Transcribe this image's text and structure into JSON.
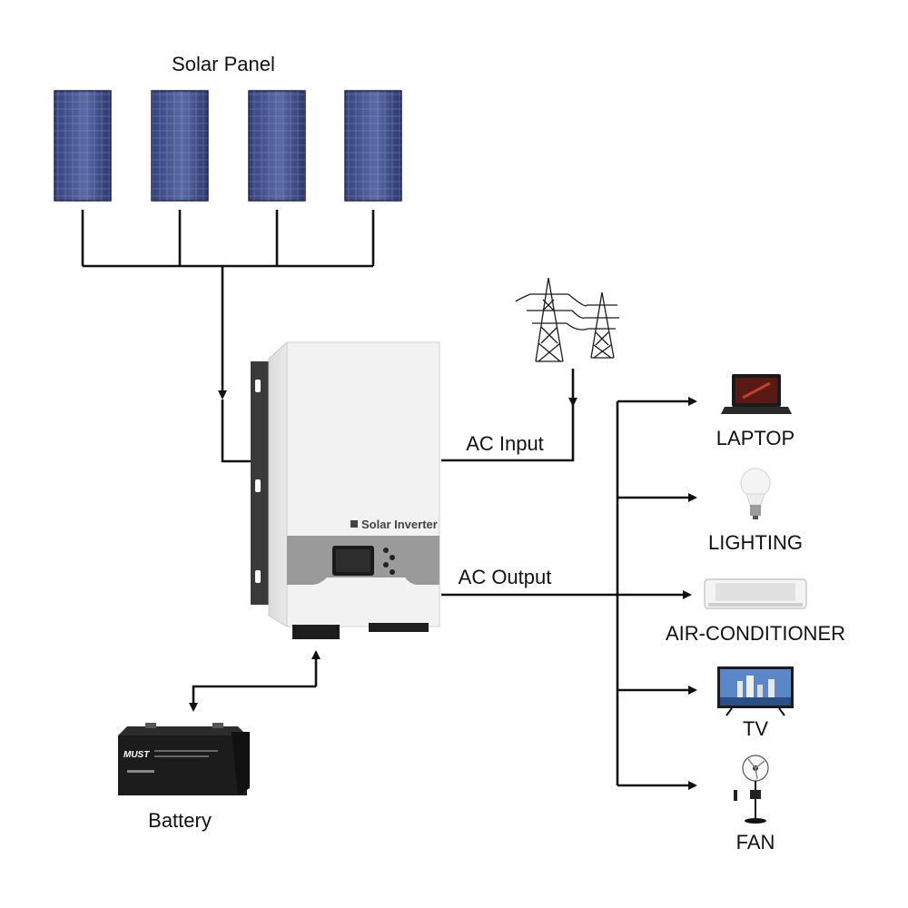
{
  "labels": {
    "solar_panel": "Solar Panel",
    "ac_input": "AC Input",
    "ac_output": "AC Output",
    "inverter_brand": "Solar Inverter",
    "battery": "Battery",
    "battery_brand": "MUST"
  },
  "loads": [
    {
      "id": "laptop",
      "label": "LAPTOP"
    },
    {
      "id": "lighting",
      "label": "LIGHTING"
    },
    {
      "id": "air-conditioner",
      "label": "AIR-CONDITIONER"
    },
    {
      "id": "tv",
      "label": "TV"
    },
    {
      "id": "fan",
      "label": "FAN"
    }
  ],
  "colors": {
    "wire": "#111111",
    "panel_cell": "#2c3e78",
    "inverter_body": "#f4f4f4",
    "inverter_band": "#9a9a9a",
    "battery": "#1c1c1c"
  }
}
